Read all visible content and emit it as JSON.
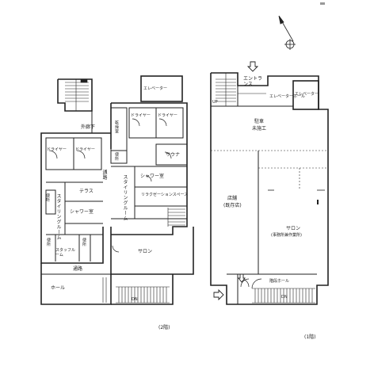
{
  "floor2": {
    "floor_label": "(2階)",
    "elevator": "エレベーター",
    "corridor_outer": "外廊下",
    "dryer_1": "ドライヤー",
    "dryer_2": "ドライヤー",
    "dryer_3": "ドライヤー",
    "dryer_4": "ドライヤー",
    "machine_room": "乾燥室",
    "toilet_top": "便所",
    "sauna": "サウナ",
    "shower_room_right": "シャワー室",
    "stairs_mid": "通路",
    "terrace": "テラス",
    "shower_room_left": "シャワー室",
    "styling_room_left": "スタイリングルーム",
    "styling_room_mid": "スタイリングルーム",
    "relaxation_space": "リラクゼーションスペース",
    "toilet_left": "便所",
    "toilet_a": "便所",
    "toilet_b": "便所",
    "staff_room": "スタッフルーム",
    "salon": "サロン",
    "corridor_bottom": "通路",
    "hall": "ホール",
    "dn": "DN"
  },
  "floor1": {
    "floor_label": "(1階)",
    "entrance": "エントランス",
    "elevator_hall": "エレベーターホール",
    "elevator": "エレベーター",
    "up": "UP",
    "parking": "駐車",
    "parking_sub": "未施工",
    "shop": "店舗",
    "shop_sub": "(既存店)",
    "salon": "サロン",
    "salon_sub": "(事務所兼作業所)",
    "stair_hall": "階段ホール",
    "dn": "DN"
  }
}
